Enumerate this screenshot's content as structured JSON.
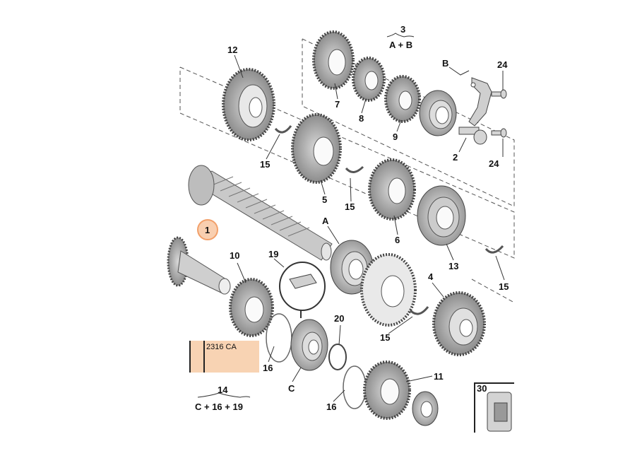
{
  "diagram": {
    "reference_code": "2316 CA",
    "parts": {
      "p1": "1",
      "p2": "2",
      "p3": "3",
      "p4": "4",
      "p5": "5",
      "p6": "6",
      "p7": "7",
      "p8": "8",
      "p9": "9",
      "p10": "10",
      "p11": "11",
      "p12": "12",
      "p13": "13",
      "p14": "14",
      "p15": "15",
      "p16": "16",
      "p19": "19",
      "p20": "20",
      "p24": "24",
      "p30": "30",
      "pA": "A",
      "pB": "B",
      "pC": "C"
    },
    "groups": {
      "g3": "A + B",
      "g14": "C + 16 + 19"
    },
    "highlight_color": "#f2a06a"
  }
}
